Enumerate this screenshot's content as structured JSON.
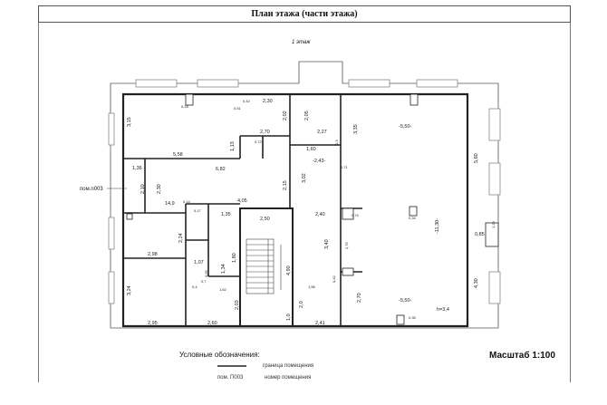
{
  "title": "План этажа (части этажа)",
  "floor_label": "1 этаж",
  "room_number_label": "пом.n003",
  "scale": "Масштаб 1:100",
  "legend": {
    "title": "Условные обозначения:",
    "items": [
      {
        "symbol": "line",
        "text": "граница помещения"
      },
      {
        "symbol": "text",
        "symbol_text": "пом. П003",
        "text": "номер помещения"
      }
    ]
  },
  "dimensions": {
    "d_2_30_top": "2,30",
    "d_0_42": "0,42",
    "d_0_51": "0,51",
    "d_0_18": "0,18",
    "d_3_15": "3,15",
    "d_2_02": "2,02",
    "d_2_05": "2,05",
    "d_3_35": "3,35",
    "d_5_50_top": "-5,50-",
    "d_2_70_a": "2,70",
    "d_2_27": "2,27",
    "d_1_13": "1,13",
    "d_0_72": "0,72",
    "d_5_58": "5,58",
    "d_1_60": "1,60",
    "d_0_3": "0,3",
    "d_2_43": "-2,43-",
    "d_0_71": "0,71",
    "d_5_60": "5,60",
    "d_1_36": "1,36",
    "d_6_82": "6,82",
    "d_2_10": "2,10",
    "d_2_30_b": "2,30",
    "d_3_02": "3,02",
    "d_2_15": "2,15",
    "d_14_9": "14,9",
    "d_0_14": "0,14",
    "d_0_17": "0,17",
    "d_4_05": "4,05",
    "d_1_35": "1,35",
    "d_2_50": "2,50",
    "d_2_40": "2,40",
    "d_0_74": "0,74",
    "d_0_34": "0,34",
    "d_11_30": "-11,30-",
    "d_1_20": "1,20",
    "d_0_85": "0,85",
    "d_2_24": "2,24",
    "d_3_40": "3,40",
    "d_2_75": "2,75",
    "d_2_98": "2,98",
    "d_1_07": "1,07",
    "d_1_80": "1,80",
    "d_1_34": "1,34",
    "d_4_90": "4,90",
    "d_0_42b": "0,42",
    "d_0_55": "0,55",
    "d_1_56": "1,56",
    "d_0_4": "0,4",
    "d_0_7": "0,7",
    "d_4_30": "4,30",
    "d_3_24": "3,24",
    "d_1_62": "1,62",
    "d_2_0": "2,0",
    "d_2_70_b": "2,70",
    "d_5_50_bot": "-5,50-",
    "d_h": "h=3,4",
    "d_2_03": "2,03",
    "d_2_95": "2,95",
    "d_2_60": "2,60",
    "d_1_0": "1,0",
    "d_2_41": "2,41",
    "d_0_35": "0,35"
  }
}
